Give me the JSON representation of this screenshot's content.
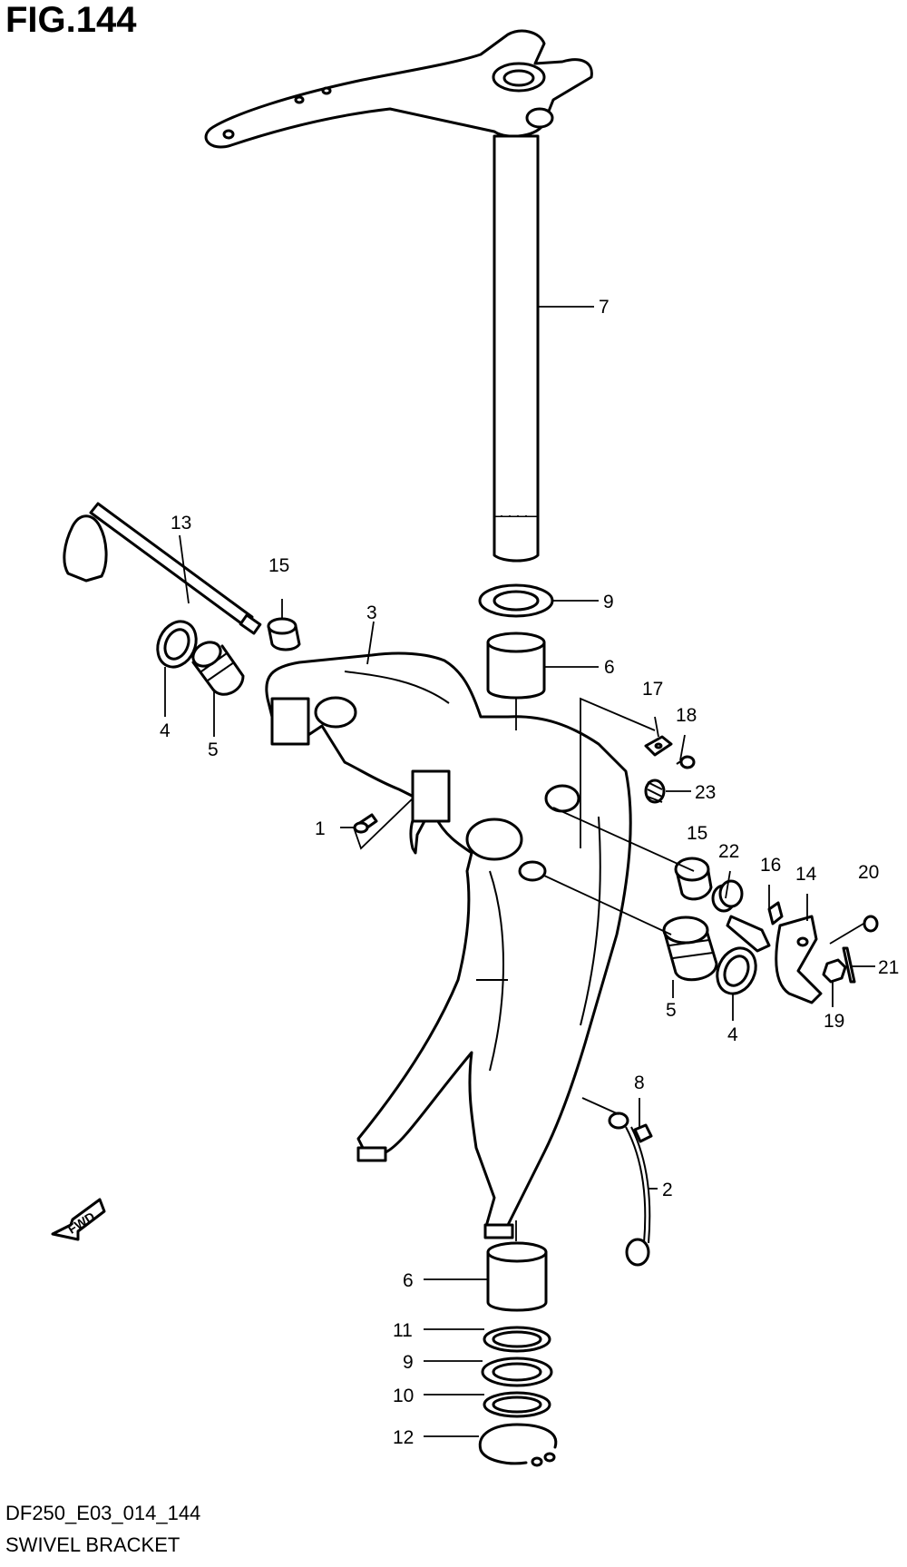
{
  "figure": {
    "title": "FIG.144"
  },
  "footer": {
    "code": "DF250_E03_014_144",
    "name": "SWIVEL BRACKET"
  },
  "fwd_label": "FWD",
  "callouts": [
    {
      "id": "c7a",
      "text": "7"
    },
    {
      "id": "c9a",
      "text": "9"
    },
    {
      "id": "c6a",
      "text": "6"
    },
    {
      "id": "c13",
      "text": "13"
    },
    {
      "id": "c15a",
      "text": "15"
    },
    {
      "id": "c3",
      "text": "3"
    },
    {
      "id": "c4a",
      "text": "4"
    },
    {
      "id": "c5a",
      "text": "5"
    },
    {
      "id": "c17",
      "text": "17"
    },
    {
      "id": "c18",
      "text": "18"
    },
    {
      "id": "c23",
      "text": "23"
    },
    {
      "id": "c1",
      "text": "1"
    },
    {
      "id": "c15b",
      "text": "15"
    },
    {
      "id": "c22",
      "text": "22"
    },
    {
      "id": "c16",
      "text": "16"
    },
    {
      "id": "c14",
      "text": "14"
    },
    {
      "id": "c20",
      "text": "20"
    },
    {
      "id": "c21",
      "text": "21"
    },
    {
      "id": "c19",
      "text": "19"
    },
    {
      "id": "c5b",
      "text": "5"
    },
    {
      "id": "c4b",
      "text": "4"
    },
    {
      "id": "c8",
      "text": "8"
    },
    {
      "id": "c2",
      "text": "2"
    },
    {
      "id": "c6b",
      "text": "6"
    },
    {
      "id": "c11",
      "text": "11"
    },
    {
      "id": "c9b",
      "text": "9"
    },
    {
      "id": "c10",
      "text": "10"
    },
    {
      "id": "c12",
      "text": "12"
    }
  ]
}
